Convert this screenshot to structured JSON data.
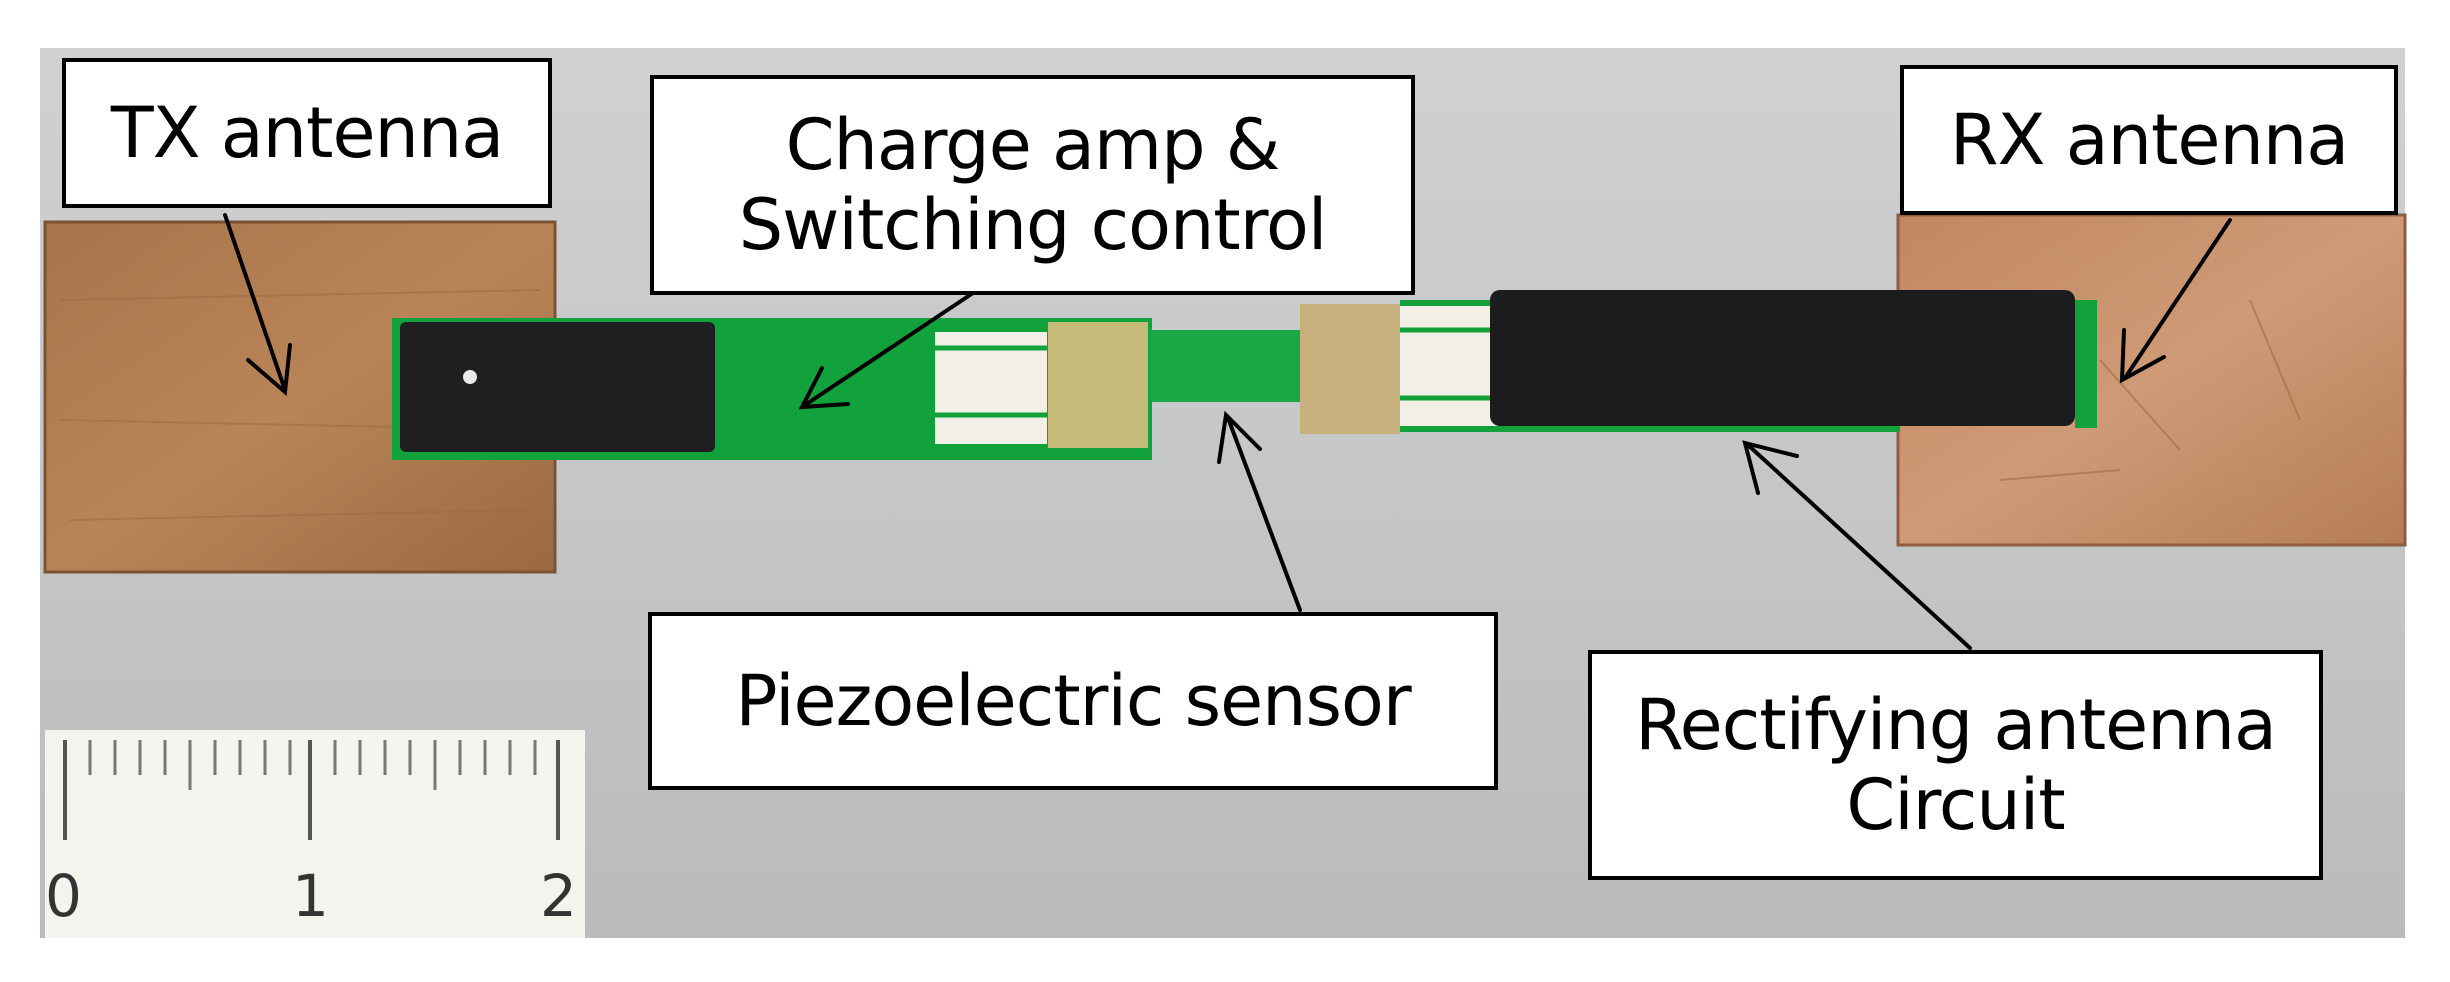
{
  "labels": {
    "tx_antenna": "TX antenna",
    "charge_amp_line1": "Charge amp &",
    "charge_amp_line2": "Switching control",
    "rx_antenna": "RX antenna",
    "piezo_sensor": "Piezoelectric sensor",
    "rectifier_line1": "Rectifying antenna",
    "rectifier_line2": "Circuit"
  },
  "ruler": {
    "ticks": [
      "0",
      "1",
      "2"
    ]
  },
  "colors": {
    "background": "#c9cbcd",
    "copper": "#b07a4a",
    "pcb_green": "#12a23c",
    "black_coating": "#1c1c1e",
    "label_border": "#000000",
    "ruler": "#f4f3ee"
  }
}
